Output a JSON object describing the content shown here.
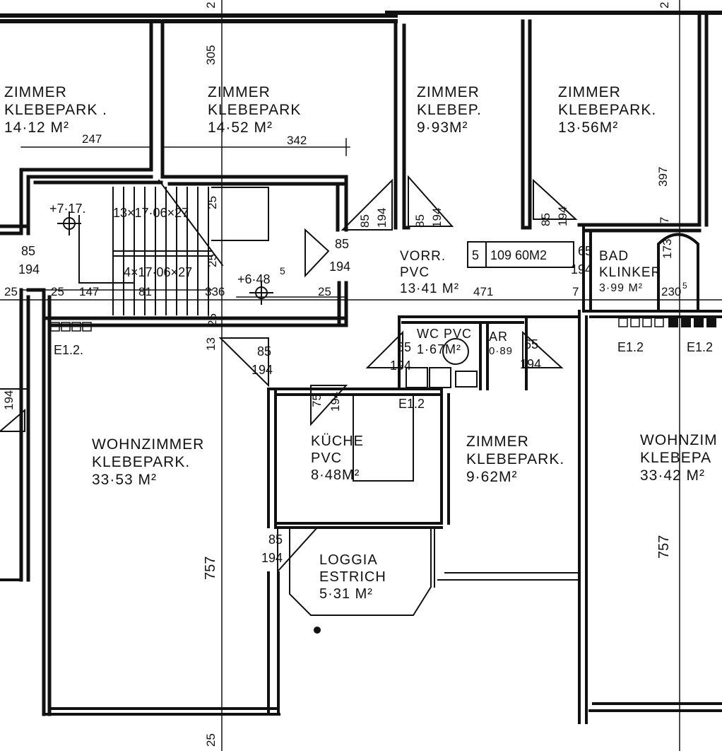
{
  "rooms": [
    {
      "id": "zimmer1",
      "lines": [
        "ZIMMER",
        "KLEBEPARK .",
        "14·12 M²"
      ]
    },
    {
      "id": "zimmer2",
      "lines": [
        "ZIMMER",
        "KLEBEPARK",
        "14·52 M²"
      ]
    },
    {
      "id": "zimmer3",
      "lines": [
        "ZIMMER",
        "KLEBEP.",
        "9·93M²"
      ]
    },
    {
      "id": "zimmer4",
      "lines": [
        "ZIMMER",
        "KLEBEPARK.",
        "13·56M²"
      ]
    },
    {
      "id": "vorraum",
      "lines": [
        "VORR.",
        "PVC",
        "13·41 M²"
      ]
    },
    {
      "id": "bad",
      "lines": [
        "BAD",
        "KLINKER",
        "3·99 M²"
      ]
    },
    {
      "id": "wc",
      "lines": [
        "WC PVC",
        "1·67M²"
      ]
    },
    {
      "id": "ar",
      "lines": [
        "AR",
        "0·89"
      ]
    },
    {
      "id": "kueche",
      "lines": [
        "KÜCHE",
        "PVC",
        "8·48M²"
      ]
    },
    {
      "id": "zimmer5",
      "lines": [
        "ZIMMER",
        "KLEBEPARK.",
        "9·62M²"
      ]
    },
    {
      "id": "wohnzimmer1",
      "lines": [
        "WOHNZIMMER",
        "KLEBEPARK.",
        "33·53 M²"
      ]
    },
    {
      "id": "wohnzimmer2",
      "lines": [
        "WOHNZIM",
        "KLEBEPA",
        "33·42 M²"
      ]
    },
    {
      "id": "loggia",
      "lines": [
        "LOGGIA",
        "ESTRICH",
        "5·31 M²"
      ]
    }
  ],
  "dimensions": {
    "d305": "305",
    "d247": "247",
    "d342": "342",
    "d397": "397",
    "d25a": "25",
    "d25b": "25",
    "d25c": "25",
    "d25d": "25",
    "d25e": "25",
    "d25f": "25",
    "d25g": "25",
    "d147": "147",
    "d81": "81",
    "d336": "336",
    "d471": "471",
    "d7a": "7",
    "d7b": "7",
    "d13": "13",
    "d757a": "757",
    "d757b": "757",
    "d173": "173",
    "d230": "230",
    "d194side": "194",
    "d2a": "2",
    "d2b": "2",
    "d5": "5"
  },
  "openings": [
    {
      "id": "o1",
      "w": "85",
      "h": "194"
    },
    {
      "id": "o2",
      "w": "85",
      "h": "194"
    },
    {
      "id": "o3",
      "w": "85",
      "h": "194"
    },
    {
      "id": "o4",
      "w": "85",
      "h": "194"
    },
    {
      "id": "o5",
      "w": "85",
      "h": "194"
    },
    {
      "id": "o6",
      "w": "85",
      "h": "194"
    },
    {
      "id": "o7",
      "w": "65",
      "h": "194"
    },
    {
      "id": "o8",
      "w": "65",
      "h": "194"
    },
    {
      "id": "o9",
      "w": "65",
      "h": "194"
    },
    {
      "id": "o10",
      "w": "75",
      "h": "194"
    },
    {
      "id": "o11",
      "w": "85",
      "h": "194"
    },
    {
      "id": "o12",
      "w": "85",
      "h": "194"
    }
  ],
  "stairs": {
    "run1": "13×17·06×27",
    "run2": "4×17·06×27",
    "level_a": "+7·17.",
    "level_b": "+6·48",
    "level_b_sup": "5"
  },
  "marks": {
    "e12a": "E1.2.",
    "e12b": "E1.2",
    "e12c": "E1.2",
    "e12d": "E1.2",
    "table_5": "5",
    "table_area": "109 60M2",
    "d65": "65"
  }
}
